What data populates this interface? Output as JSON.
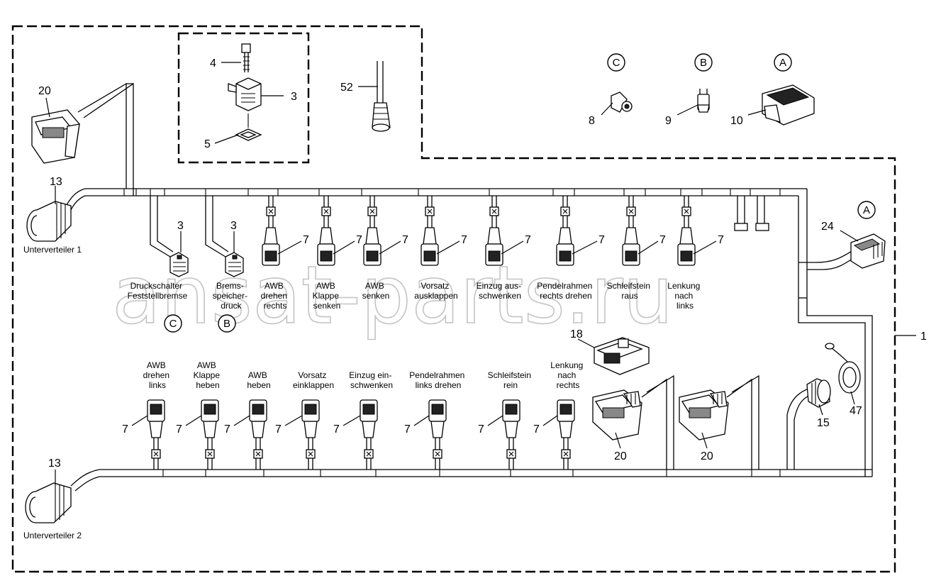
{
  "watermark": "ansat-parts.ru",
  "callouts": {
    "n1": "1",
    "n3a": "3",
    "n3b": "3",
    "n3c": "3",
    "n4": "4",
    "n5": "5",
    "n52": "52",
    "n8": "8",
    "n9": "9",
    "n10": "10",
    "n13a": "13",
    "n13b": "13",
    "n15": "15",
    "n18": "18",
    "n20a": "20",
    "n20b": "20",
    "n20c": "20",
    "n24": "24",
    "n47": "47",
    "n7": "7"
  },
  "refs": {
    "A": "A",
    "B": "B",
    "C": "C"
  },
  "labels": {
    "unterverteiler1": "Unterverteiler 1",
    "unterverteiler2": "Unterverteiler 2",
    "top": [
      [
        "Druckschalter",
        "Feststellbremse"
      ],
      [
        "Brems-",
        "speicher-",
        "druck"
      ],
      [
        "AWB",
        "drehen",
        "rechts"
      ],
      [
        "AWB",
        "Klappe",
        "senken"
      ],
      [
        "AWB",
        "senken"
      ],
      [
        "Vorsatz",
        "ausklappen"
      ],
      [
        "Einzug aus-",
        "schwenken"
      ],
      [
        "Pendelrahmen",
        "rechts drehen"
      ],
      [
        "Schleifstein",
        "raus"
      ],
      [
        "Lenkung",
        "nach",
        "links"
      ]
    ],
    "bottom": [
      [
        "AWB",
        "drehen",
        "links"
      ],
      [
        "AWB",
        "Klappe",
        "heben"
      ],
      [
        "AWB",
        "heben"
      ],
      [
        "Vorsatz",
        "einklappen"
      ],
      [
        "Einzug ein-",
        "schwenken"
      ],
      [
        "Pendelrahmen",
        "links drehen"
      ],
      [
        "Schleifstein",
        "rein"
      ],
      [
        "Lenkung",
        "nach",
        "rechts"
      ]
    ]
  }
}
